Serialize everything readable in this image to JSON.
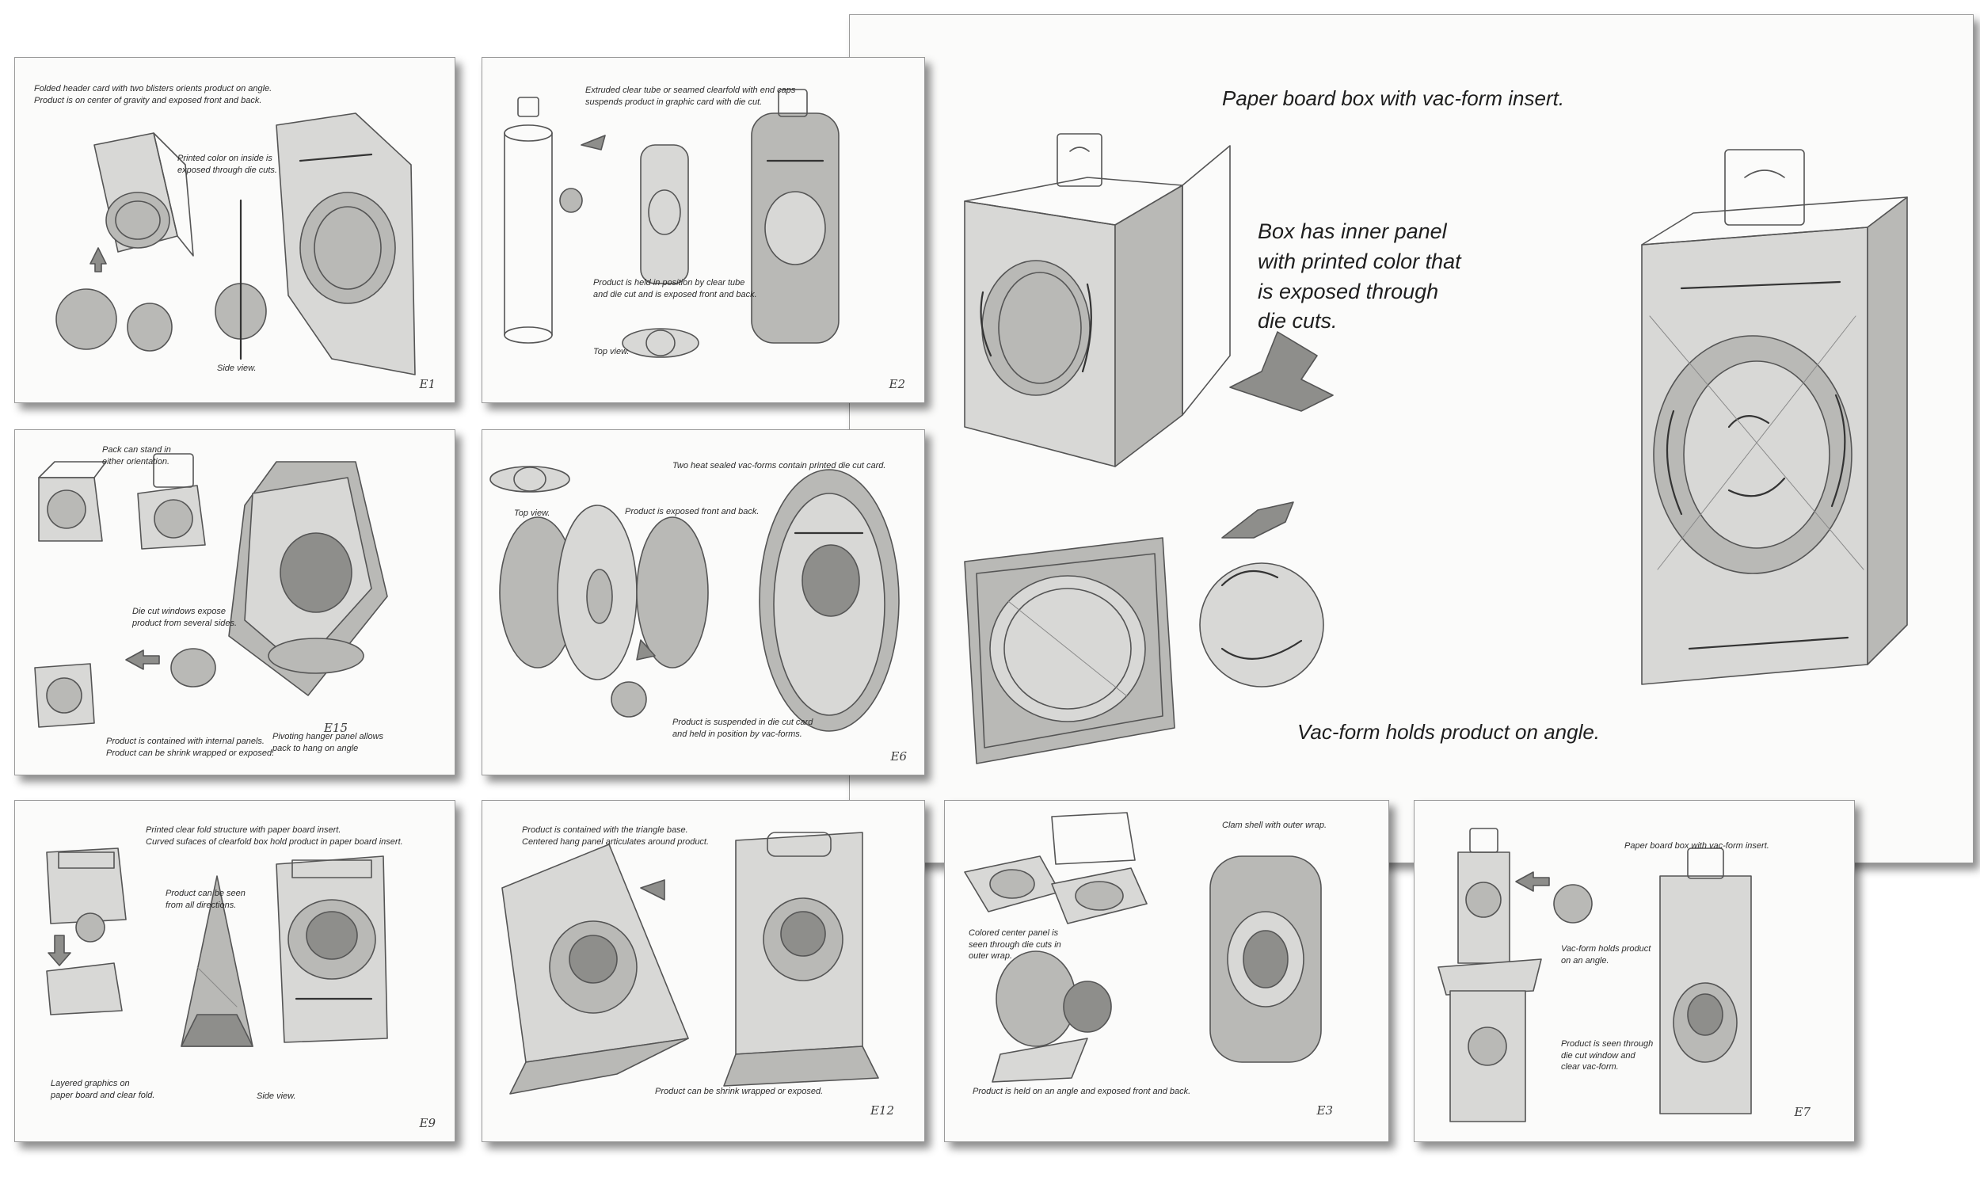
{
  "large_sheet": {
    "title": "Paper board box with vac-form insert.",
    "note_panel": "Box has inner panel\nwith printed color that\nis exposed through\ndie cuts.",
    "note_angle": "Vac-form holds product on angle."
  },
  "sheets": [
    {
      "id": "E1",
      "code": "E1",
      "notes": [
        "Folded header card with two blisters orients product on angle.\nProduct is on center of gravity and exposed front and back.",
        "Printed color on inside is\nexposed through die cuts.",
        "Side view."
      ]
    },
    {
      "id": "E2",
      "code": "E2",
      "notes": [
        "Extruded clear tube or seamed clearfold with end caps\nsuspends product in graphic card with die cut.",
        "Product is held in position by clear tube\nand die cut and is exposed front and back.",
        "Top view."
      ]
    },
    {
      "id": "E15",
      "code": "E15",
      "notes": [
        "Pack can stand in\neither orientation.",
        "Die cut windows expose\nproduct from several sides.",
        "Product is contained with internal panels.\nProduct can be shrink wrapped or exposed.",
        "Pivoting hanger panel allows\npack to hang on angle"
      ]
    },
    {
      "id": "E6",
      "code": "E6",
      "notes": [
        "Two heat sealed vac-forms contain printed die cut card.",
        "Top view.",
        "Product is exposed front and back.",
        "Product is suspended in die cut card\nand held in position by vac-forms."
      ]
    },
    {
      "id": "E9",
      "code": "E9",
      "notes": [
        "Printed clear fold structure with paper board insert.\nCurved sufaces of clearfold box hold product in paper board insert.",
        "Product can be seen\nfrom all directions.",
        "Layered graphics on\npaper board and clear fold.",
        "Side view."
      ]
    },
    {
      "id": "E12",
      "code": "E12",
      "notes": [
        "Product is contained with the triangle base.\nCentered hang panel articulates around product.",
        "Product can be shrink wrapped or exposed."
      ]
    },
    {
      "id": "E3",
      "code": "E3",
      "notes": [
        "Clam shell with outer wrap.",
        "Colored center panel is\nseen through die cuts in\nouter wrap.",
        "Product is held on an angle and exposed front and back."
      ]
    },
    {
      "id": "E7",
      "code": "E7",
      "notes": [
        "Paper board box with vac-form insert.",
        "Vac-form holds product\non an angle.",
        "Product is seen through\ndie cut window and\nclear vac-form."
      ]
    }
  ]
}
